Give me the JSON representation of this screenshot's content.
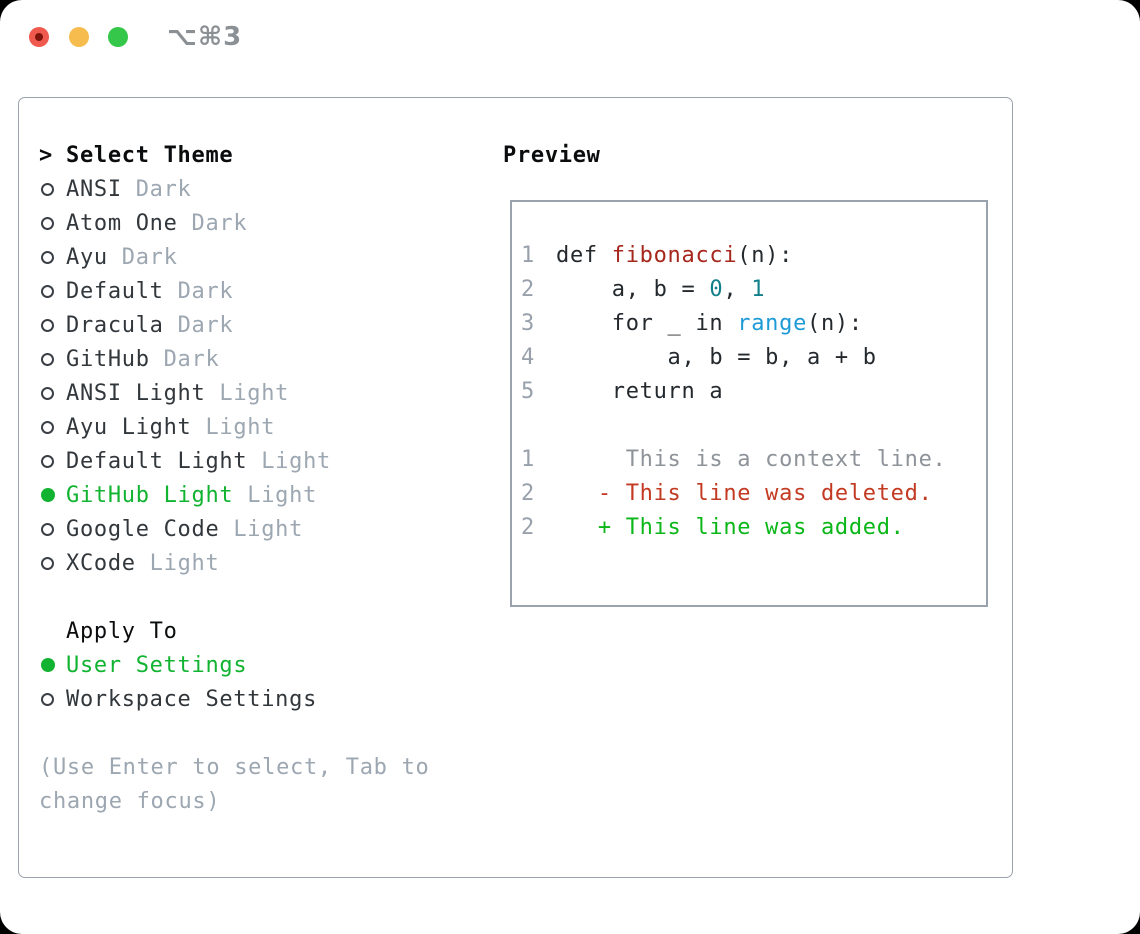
{
  "window": {
    "title": "⌥⌘3"
  },
  "titlebar": {
    "buttons": [
      {
        "name": "close"
      },
      {
        "name": "minimize"
      },
      {
        "name": "zoom"
      }
    ]
  },
  "colors": {
    "border": "#9aa3ad",
    "green": "#11b331",
    "muted": "#9da7b1",
    "linenum": "#98a1ab",
    "code": "#24292e",
    "func": "#a6271c",
    "num": "#12808b",
    "builtin": "#1e9ad6",
    "ctx": "#8d9399",
    "del": "#c33a22",
    "add": "#0bb718"
  },
  "theme_list": {
    "prompt": ">",
    "header": "Select Theme",
    "items": [
      {
        "name": "ANSI",
        "tag": "Dark",
        "selected": false
      },
      {
        "name": "Atom One",
        "tag": "Dark",
        "selected": false
      },
      {
        "name": "Ayu",
        "tag": "Dark",
        "selected": false
      },
      {
        "name": "Default",
        "tag": "Dark",
        "selected": false
      },
      {
        "name": "Dracula",
        "tag": "Dark",
        "selected": false
      },
      {
        "name": "GitHub",
        "tag": "Dark",
        "selected": false
      },
      {
        "name": "ANSI Light",
        "tag": "Light",
        "selected": false
      },
      {
        "name": "Ayu Light",
        "tag": "Light",
        "selected": false
      },
      {
        "name": "Default Light",
        "tag": "Light",
        "selected": false
      },
      {
        "name": "GitHub Light",
        "tag": "Light",
        "selected": true
      },
      {
        "name": "Google Code",
        "tag": "Light",
        "selected": false
      },
      {
        "name": "XCode",
        "tag": "Light",
        "selected": false
      }
    ]
  },
  "apply_to": {
    "header": "Apply To",
    "options": [
      {
        "name": "User Settings",
        "selected": true
      },
      {
        "name": "Workspace Settings",
        "selected": false
      }
    ]
  },
  "hint_lines": [
    "(Use Enter to select, Tab to",
    "change focus)"
  ],
  "preview": {
    "header": "Preview",
    "lines": [
      {
        "num": "1",
        "segments": [
          {
            "t": "def ",
            "c": "p"
          },
          {
            "t": "fibonacci",
            "c": "fn"
          },
          {
            "t": "(n):",
            "c": "p"
          }
        ]
      },
      {
        "num": "2",
        "segments": [
          {
            "t": "    a, b = ",
            "c": "p"
          },
          {
            "t": "0",
            "c": "n"
          },
          {
            "t": ", ",
            "c": "p"
          },
          {
            "t": "1",
            "c": "n"
          }
        ]
      },
      {
        "num": "3",
        "segments": [
          {
            "t": "    for _ in ",
            "c": "p"
          },
          {
            "t": "range",
            "c": "b"
          },
          {
            "t": "(n):",
            "c": "p"
          }
        ]
      },
      {
        "num": "4",
        "segments": [
          {
            "t": "        a, b = b, a + b",
            "c": "p"
          }
        ]
      },
      {
        "num": "5",
        "segments": [
          {
            "t": "    return a",
            "c": "p"
          }
        ]
      },
      {
        "num": "",
        "segments": []
      },
      {
        "num": "1",
        "segments": [
          {
            "t": "     This is a context line.",
            "c": "ctx"
          }
        ]
      },
      {
        "num": "2",
        "segments": [
          {
            "t": "   - This line was deleted.",
            "c": "del"
          }
        ]
      },
      {
        "num": "2",
        "segments": [
          {
            "t": "   + This line was added.",
            "c": "add"
          }
        ]
      }
    ]
  }
}
